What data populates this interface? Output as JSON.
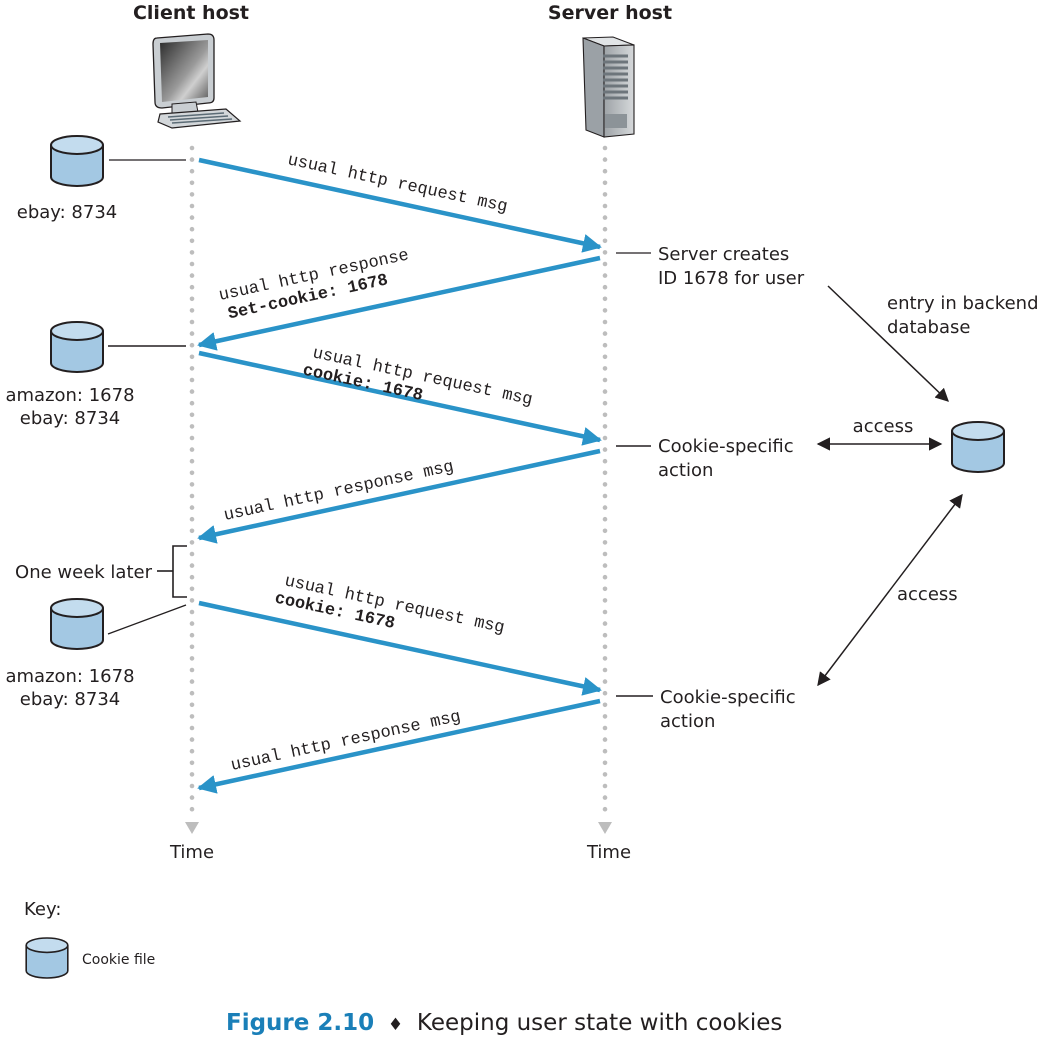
{
  "hosts": {
    "client": {
      "label": "Client host",
      "icon": "desktop-computer-icon",
      "time_label": "Time"
    },
    "server": {
      "label": "Server host",
      "icon": "server-tower-icon",
      "time_label": "Time"
    }
  },
  "messages": [
    {
      "direction": "client-to-server",
      "line1": "usual http request msg",
      "line2": ""
    },
    {
      "direction": "server-to-client",
      "line1": "usual http response",
      "line2": "Set-cookie: 1678"
    },
    {
      "direction": "client-to-server",
      "line1": "usual http request msg",
      "line2": "cookie: 1678"
    },
    {
      "direction": "server-to-client",
      "line1": "usual http response msg",
      "line2": ""
    },
    {
      "direction": "client-to-server",
      "line1": "usual http request msg",
      "line2": "cookie: 1678"
    },
    {
      "direction": "server-to-client",
      "line1": "usual http response msg",
      "line2": ""
    }
  ],
  "cookie_files": [
    {
      "lines": [
        "ebay: 8734"
      ]
    },
    {
      "lines": [
        "amazon: 1678",
        "ebay: 8734"
      ]
    },
    {
      "lines": [
        "amazon: 1678",
        "ebay: 8734"
      ]
    }
  ],
  "server_notes": [
    {
      "lines": [
        "Server creates",
        "ID 1678 for user"
      ]
    },
    {
      "lines": [
        "Cookie-specific",
        "action"
      ]
    },
    {
      "lines": [
        "Cookie-specific",
        "action"
      ]
    }
  ],
  "backend": {
    "entry_label": [
      "entry in backend",
      "database"
    ],
    "access_label_1": "access",
    "access_label_2": "access"
  },
  "time_gap_label": "One week later",
  "key": {
    "title": "Key:",
    "item_label": "Cookie file",
    "item_icon": "cookie-file-cylinder-icon"
  },
  "caption": {
    "figure": "Figure 2.10",
    "separator": "♦",
    "text": "Keeping user state with cookies"
  },
  "colors": {
    "message_arrow": "#2a93c8",
    "caption_accent": "#1a7fb8",
    "cylinder_fill": "#a3c8e3",
    "cylinder_top": "#c3dcee",
    "timeline_dots": "#bdbdbd"
  }
}
